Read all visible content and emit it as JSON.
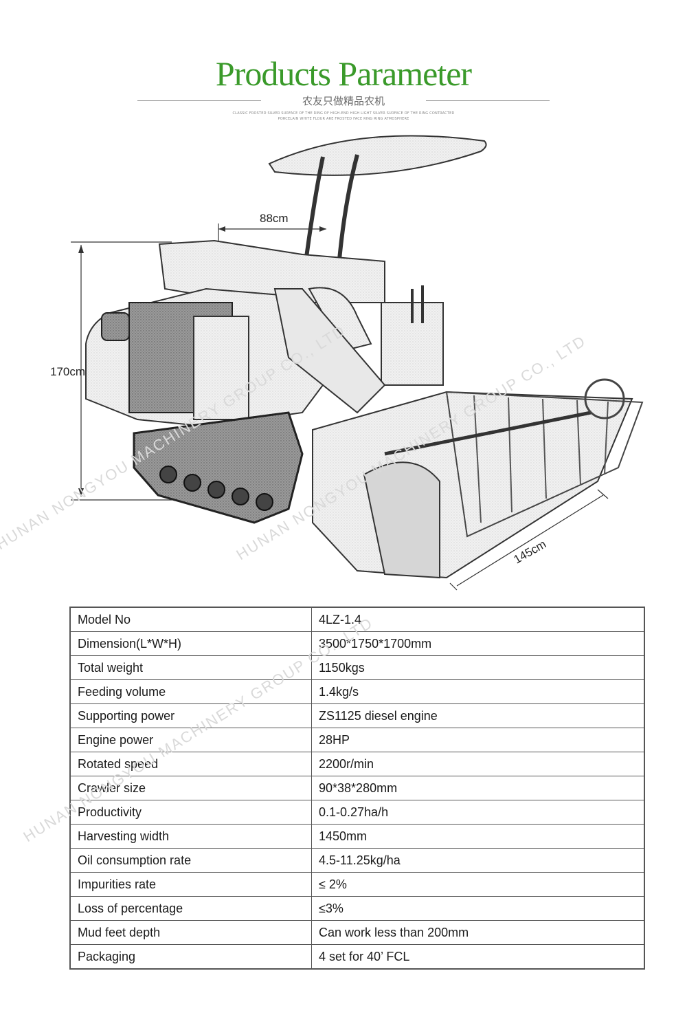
{
  "header": {
    "title": "Products Parameter",
    "subtitle": "农友只做精品农机",
    "fine_print_1": "CLASSIC FROSTED SILVER SURFACE OF THE RING OF HIGH-END HIGH LIGHT SILVER SURFACE OF THE RING CONTRACTED",
    "fine_print_2": "PORCELAIN WHITE FLOUR ARE FROSTED FACE RING RING ATMOSPHERE"
  },
  "dimensions": {
    "width_top": "88cm",
    "height": "170cm",
    "header_width": "145cm"
  },
  "watermark": {
    "text_1": "HUNAN NONGYOU MACHINERY GROUP CO., LTD",
    "text_2": "HUNAN NONGYOU MACHINERY GROUP CO., LTD",
    "text_3": "HUNAN NONGYOU MACHINERY GROUP CO., LTD"
  },
  "spec_table": {
    "rows": [
      {
        "label": "Model No",
        "value": "4LZ-1.4"
      },
      {
        "label": "Dimension(L*W*H)",
        "value": "3500*1750*1700mm"
      },
      {
        "label": "Total weight",
        "value": "1150kgs"
      },
      {
        "label": "Feeding volume",
        "value": "1.4kg/s"
      },
      {
        "label": "Supporting power",
        "value": "ZS1125 diesel engine"
      },
      {
        "label": "Engine power",
        "value": "28HP"
      },
      {
        "label": "Rotated speed",
        "value": "2200r/min"
      },
      {
        "label": "Crawler size",
        "value": "90*38*280mm"
      },
      {
        "label": "Productivity",
        "value": "0.1-0.27ha/h"
      },
      {
        "label": "Harvesting width",
        "value": "1450mm"
      },
      {
        "label": "Oil consumption rate",
        "value": "4.5-11.25kg/ha"
      },
      {
        "label": "Impurities rate",
        "value": "≤ 2%"
      },
      {
        "label": "Loss of percentage",
        "value": "≤3%"
      },
      {
        "label": "Mud feet depth",
        "value": "Can work less than 200mm"
      },
      {
        "label": "Packaging",
        "value": "4 set for 40’ FCL"
      }
    ]
  }
}
